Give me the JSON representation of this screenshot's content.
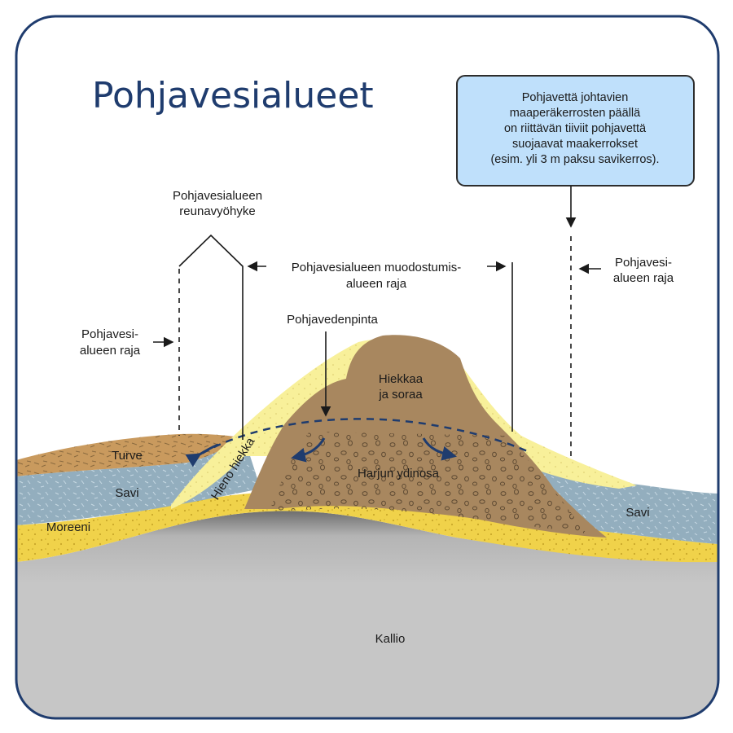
{
  "title": "Pohjavesialueet",
  "info_box": {
    "lines": [
      "Pohjavettä johtavien",
      "maaperäkerrosten päällä",
      "on riittävän tiiviit pohjavettä",
      "suojaavat maakerrokset",
      "(esim. yli 3 m paksu savikerros)."
    ]
  },
  "labels": {
    "reunavyohyke": [
      "Pohjavesialueen",
      "reunavyöhyke"
    ],
    "muodostumisalue": [
      "Pohjavesialueen muodostumis-",
      "alueen raja"
    ],
    "raja_left": [
      "Pohjavesi-",
      "alueen raja"
    ],
    "raja_right": [
      "Pohjavesi-",
      "alueen raja"
    ],
    "pohjavedenpinta": "Pohjavedenpinta"
  },
  "layers": {
    "hiekkaa": [
      "Hiekkaa",
      "ja soraa"
    ],
    "harjun_ydinosa": "Harjun ydinosa",
    "turve": "Turve",
    "savi_left": "Savi",
    "savi_right": "Savi",
    "moreeni": "Moreeni",
    "hieno_hiekka": "Hieno hiekka",
    "kallio": "Kallio"
  },
  "colors": {
    "frame": "#1f3c6e",
    "title": "#1f3c6e",
    "info_fill": "#bfe0fb",
    "gravel": "#a8875f",
    "sand": "#f8f09a",
    "moraine": "#f0d24a",
    "clay": "#93aebe",
    "peat": "#c99a5e",
    "bedrock": "#c9c9c9",
    "water_arrow": "#1f3c6e"
  }
}
